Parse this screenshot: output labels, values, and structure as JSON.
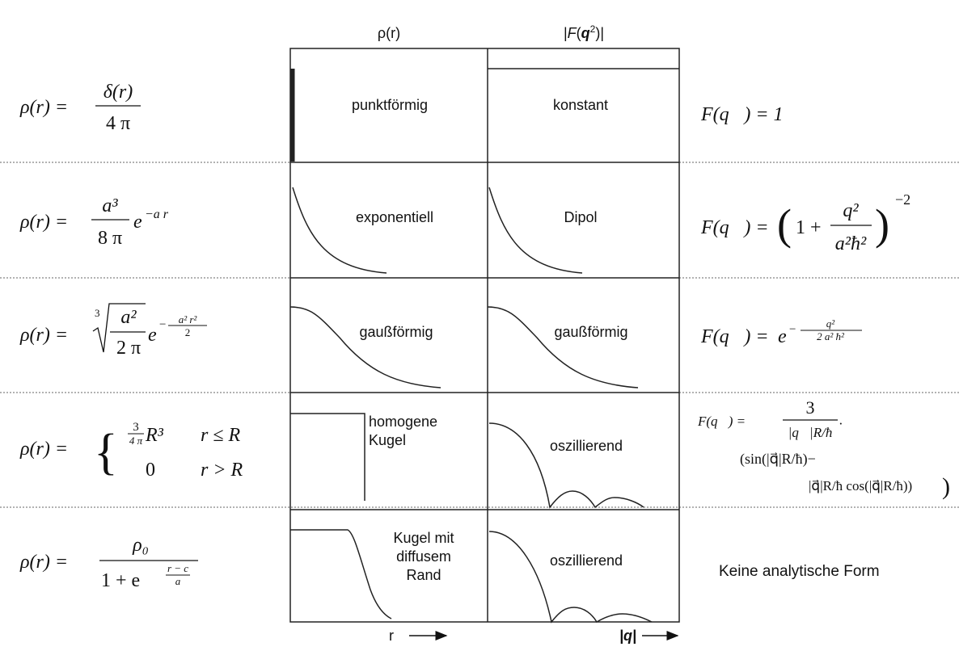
{
  "header": {
    "col_rho": "ρ(r)",
    "col_f_prefix": "|",
    "col_f_F": "F",
    "col_f_open": "(",
    "col_f_q": "q",
    "col_f_exp": "2",
    "col_f_close": ")|"
  },
  "rows": [
    {
      "rho_label": "punktförmig",
      "f_label": "konstant",
      "left": {
        "lhs": "ρ(r) =",
        "num": "δ(r)",
        "den": "4 π"
      },
      "right": {
        "text": "F(q⃗) = 1"
      }
    },
    {
      "rho_label": "exponentiell",
      "f_label": "Dipol",
      "left": {
        "lhs": "ρ(r) =",
        "num": "a³",
        "den": "8 π",
        "exp_base": "e",
        "exp": "−a r"
      },
      "right": {
        "lhs": "F(q⃗) =",
        "open": "(",
        "one": "1 +",
        "num": "q²",
        "den": "a²ħ²",
        "close": ")",
        "exp": "−2"
      }
    },
    {
      "rho_label": "gaußförmig",
      "f_label": "gaußförmig",
      "left": {
        "lhs": "ρ(r) =",
        "root_index": "3",
        "num": "a²",
        "den": "2 π",
        "exp_base": "e",
        "exp_prefix": "−",
        "exp_num": "a² r²",
        "exp_den": "2"
      },
      "right": {
        "lhs": "F(q⃗) =",
        "exp_base": "e",
        "exp_prefix": "−",
        "exp_num": "q²",
        "exp_den": "2 a² ħ²"
      }
    },
    {
      "rho_label_line1": "homogene",
      "rho_label_line2": "Kugel",
      "f_label": "oszillierend",
      "left": {
        "lhs": "ρ(r) =",
        "brace": "{",
        "case1_num": "3",
        "case1_den": "4 π",
        "case1_R": "R³",
        "case1_cond": "r ≤ R",
        "case2_val": "0",
        "case2_cond": "r > R"
      },
      "right": {
        "lhs": "F(q⃗) =",
        "num": "3",
        "den": "|q⃗|R/ħ",
        "dot": "·",
        "line2": "(sin(|q⃗|R/ħ)−",
        "line3": "|q⃗|R/ħ cos(|q⃗|R/ħ))",
        "close_paren": ")"
      }
    },
    {
      "rho_label_line1": "Kugel mit",
      "rho_label_line2": "diffusem",
      "rho_label_line3": "Rand",
      "f_label": "oszillierend",
      "left": {
        "lhs": "ρ(r) =",
        "num": "ρ₀",
        "den_one": "1 + e",
        "den_exp_num": "r − c",
        "den_exp_den": "a"
      },
      "right": {
        "text": "Keine analytische Form"
      }
    }
  ],
  "axes": {
    "r_label": "r",
    "q_label": "|q|"
  }
}
